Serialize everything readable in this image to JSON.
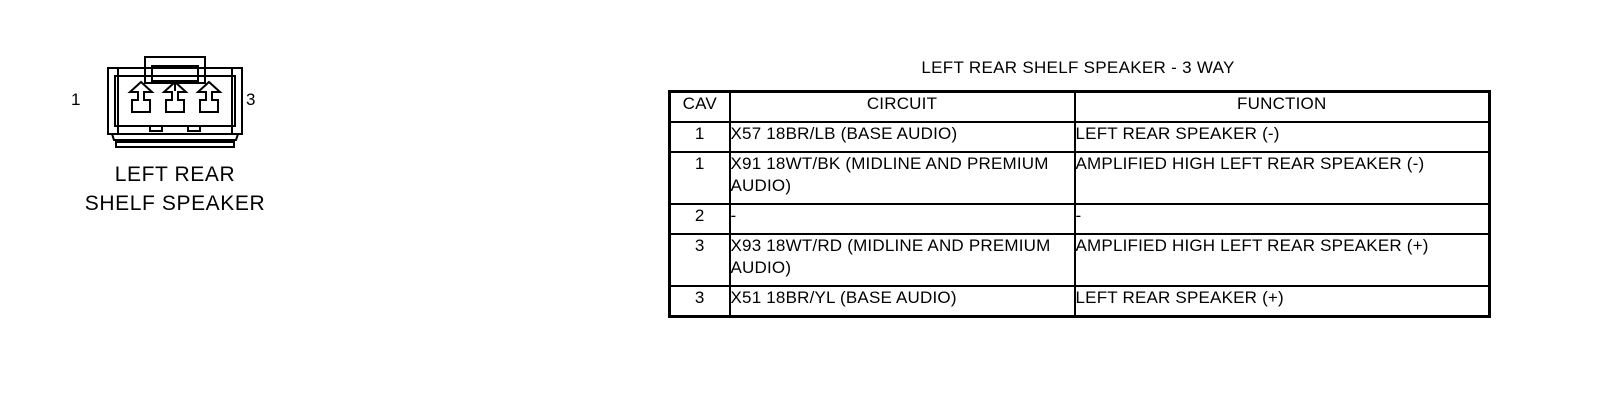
{
  "connector": {
    "pin_left": "1",
    "pin_right": "3",
    "caption_line1": "LEFT REAR",
    "caption_line2": "SHELF SPEAKER",
    "cavity_count": 3
  },
  "table": {
    "title": "LEFT REAR SHELF SPEAKER - 3 WAY",
    "headers": {
      "cav": "CAV",
      "circuit": "CIRCUIT",
      "function": "FUNCTION"
    },
    "rows": [
      {
        "cav": "1",
        "circuit": "X57 18BR/LB (BASE AUDIO)",
        "function": "LEFT REAR SPEAKER (-)"
      },
      {
        "cav": "1",
        "circuit": "X91 18WT/BK (MIDLINE AND PREMIUM AUDIO)",
        "function": "AMPLIFIED HIGH LEFT REAR SPEAKER (-)"
      },
      {
        "cav": "2",
        "circuit": "-",
        "function": "-"
      },
      {
        "cav": "3",
        "circuit": "X93 18WT/RD (MIDLINE AND PREMIUM AUDIO)",
        "function": "AMPLIFIED HIGH LEFT REAR SPEAKER (+)"
      },
      {
        "cav": "3",
        "circuit": "X51 18BR/YL (BASE AUDIO)",
        "function": "LEFT REAR SPEAKER (+)"
      }
    ]
  },
  "colors": {
    "ink": "#000000",
    "paper": "#ffffff"
  }
}
